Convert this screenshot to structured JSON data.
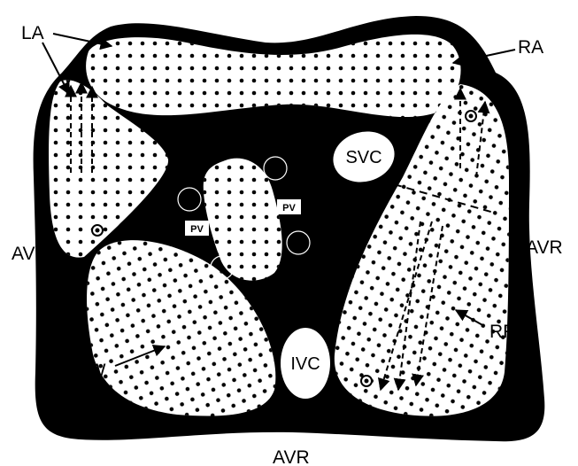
{
  "labels": {
    "la": "LA",
    "ra": "RA",
    "avr_left": "AVR",
    "avr_right": "AVR",
    "avr_bottom": "AVR",
    "lpw": "LPW",
    "rfw": "RFW",
    "svc": "SVC",
    "ivc": "IVC",
    "pv_left": "PV",
    "pv_right": "PV"
  },
  "colors": {
    "fill": "#000000",
    "region": "#ffffff",
    "dot": "#000000"
  }
}
